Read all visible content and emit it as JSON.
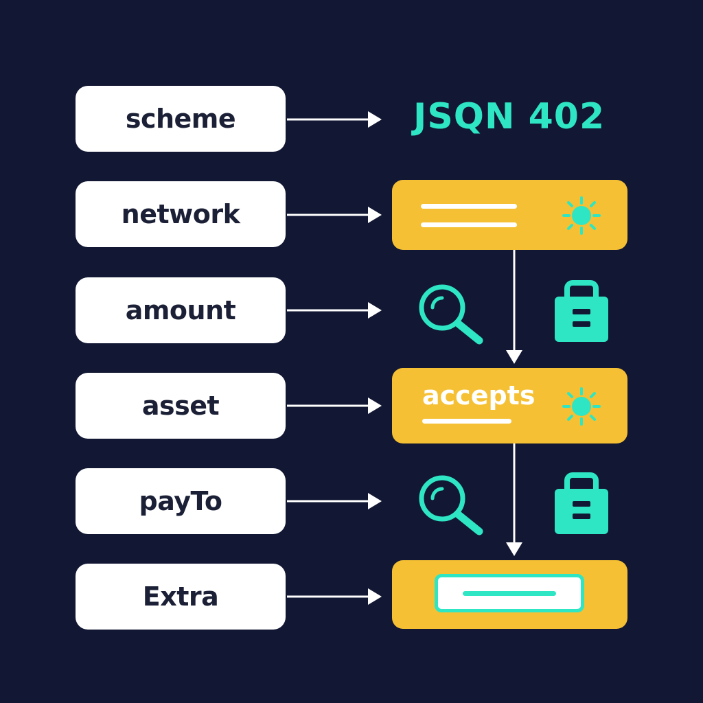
{
  "title": "JSQN 402",
  "fields": [
    {
      "label": "scheme"
    },
    {
      "label": "network"
    },
    {
      "label": "amount"
    },
    {
      "label": "asset"
    },
    {
      "label": "payTo"
    },
    {
      "label": "Extra"
    }
  ],
  "cards": {
    "accepts_label": "accepts"
  },
  "icons": {
    "sun": "sun-icon",
    "search": "search-icon",
    "lock": "lock-icon"
  },
  "colors": {
    "background": "#121733",
    "box": "#ffffff",
    "card": "#f5c033",
    "accent": "#2ee6c4",
    "box_text": "#1b2036"
  }
}
